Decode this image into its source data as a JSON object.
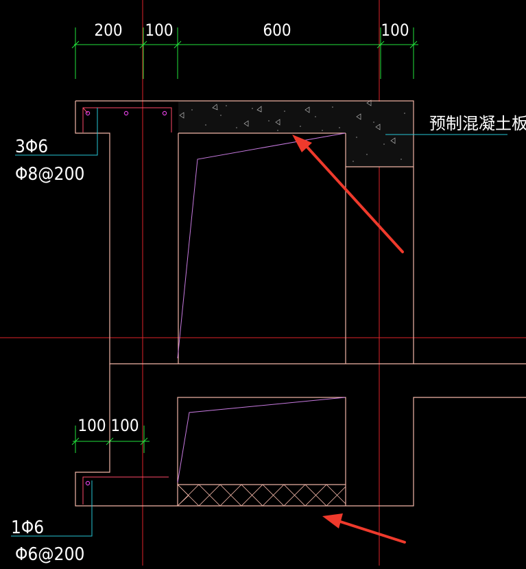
{
  "dimensions": {
    "top": [
      "200",
      "100",
      "600",
      "100"
    ],
    "bottom": [
      "100",
      "100"
    ]
  },
  "labels": {
    "top_bars": "3Φ6",
    "top_stirrup": "Φ8@200",
    "precast_slab": "预制混凝土板",
    "bottom_bars": "1Φ6",
    "bottom_stirrup": "Φ6@200"
  },
  "colors": {
    "background": "#000000",
    "outline": "#f2b6a8",
    "axis": "#e0242a",
    "dimension": "#22e43c",
    "leader": "#26c6d6",
    "rebar": "#e040e0",
    "slope": "#c77ae0",
    "arrow": "#ef3a2c",
    "text": "#ffffff"
  }
}
